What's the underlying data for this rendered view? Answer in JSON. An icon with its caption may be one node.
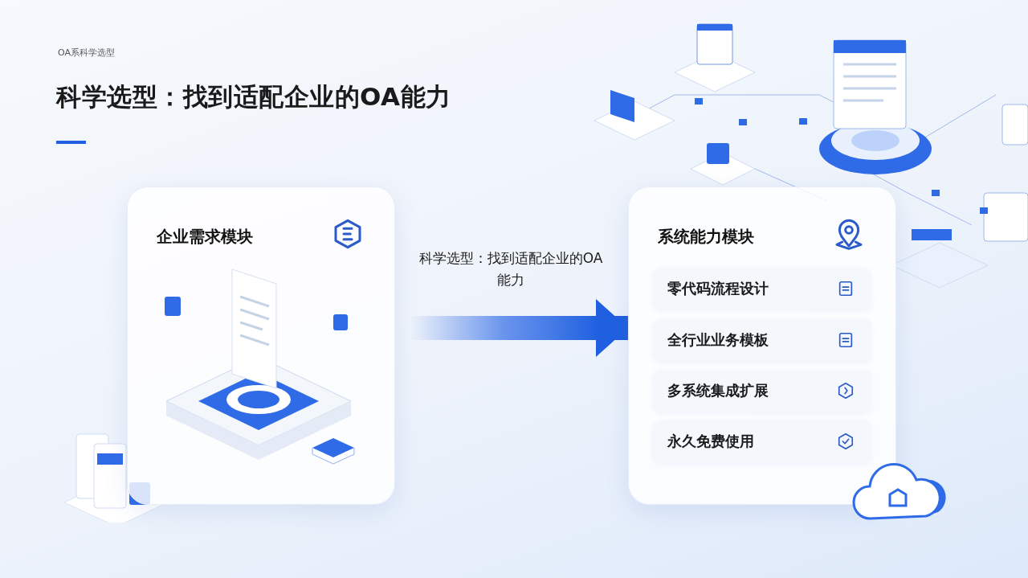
{
  "diagram": {
    "title": "**科学选型：**找到适配企业的OA能力",
    "nodes": [
      {
        "text": [
          "企业需求模块"
        ]
      },
      {
        "text": [
          "系统能力模块"
        ]
      },
      {
        "text": [
          "零代码流程设计"
        ],
        "in": 1
      },
      {
        "text": [
          "全行业业务模板"
        ],
        "in": 1
      },
      {
        "text": [
          "多系统集成扩展"
        ],
        "in": 1
      },
      {
        "text": [
          "永久免费使用"
        ],
        "in": 1
      }
    ],
    "edges": [
      {
        "from": 0,
        "to": 1,
        "arrow": "to",
        "style": "thick",
        "label": "科学选型：找到适配企业的OA能力"
      }
    ],
    "labels": [
      "OA系科学选型"
    ]
  }
}
